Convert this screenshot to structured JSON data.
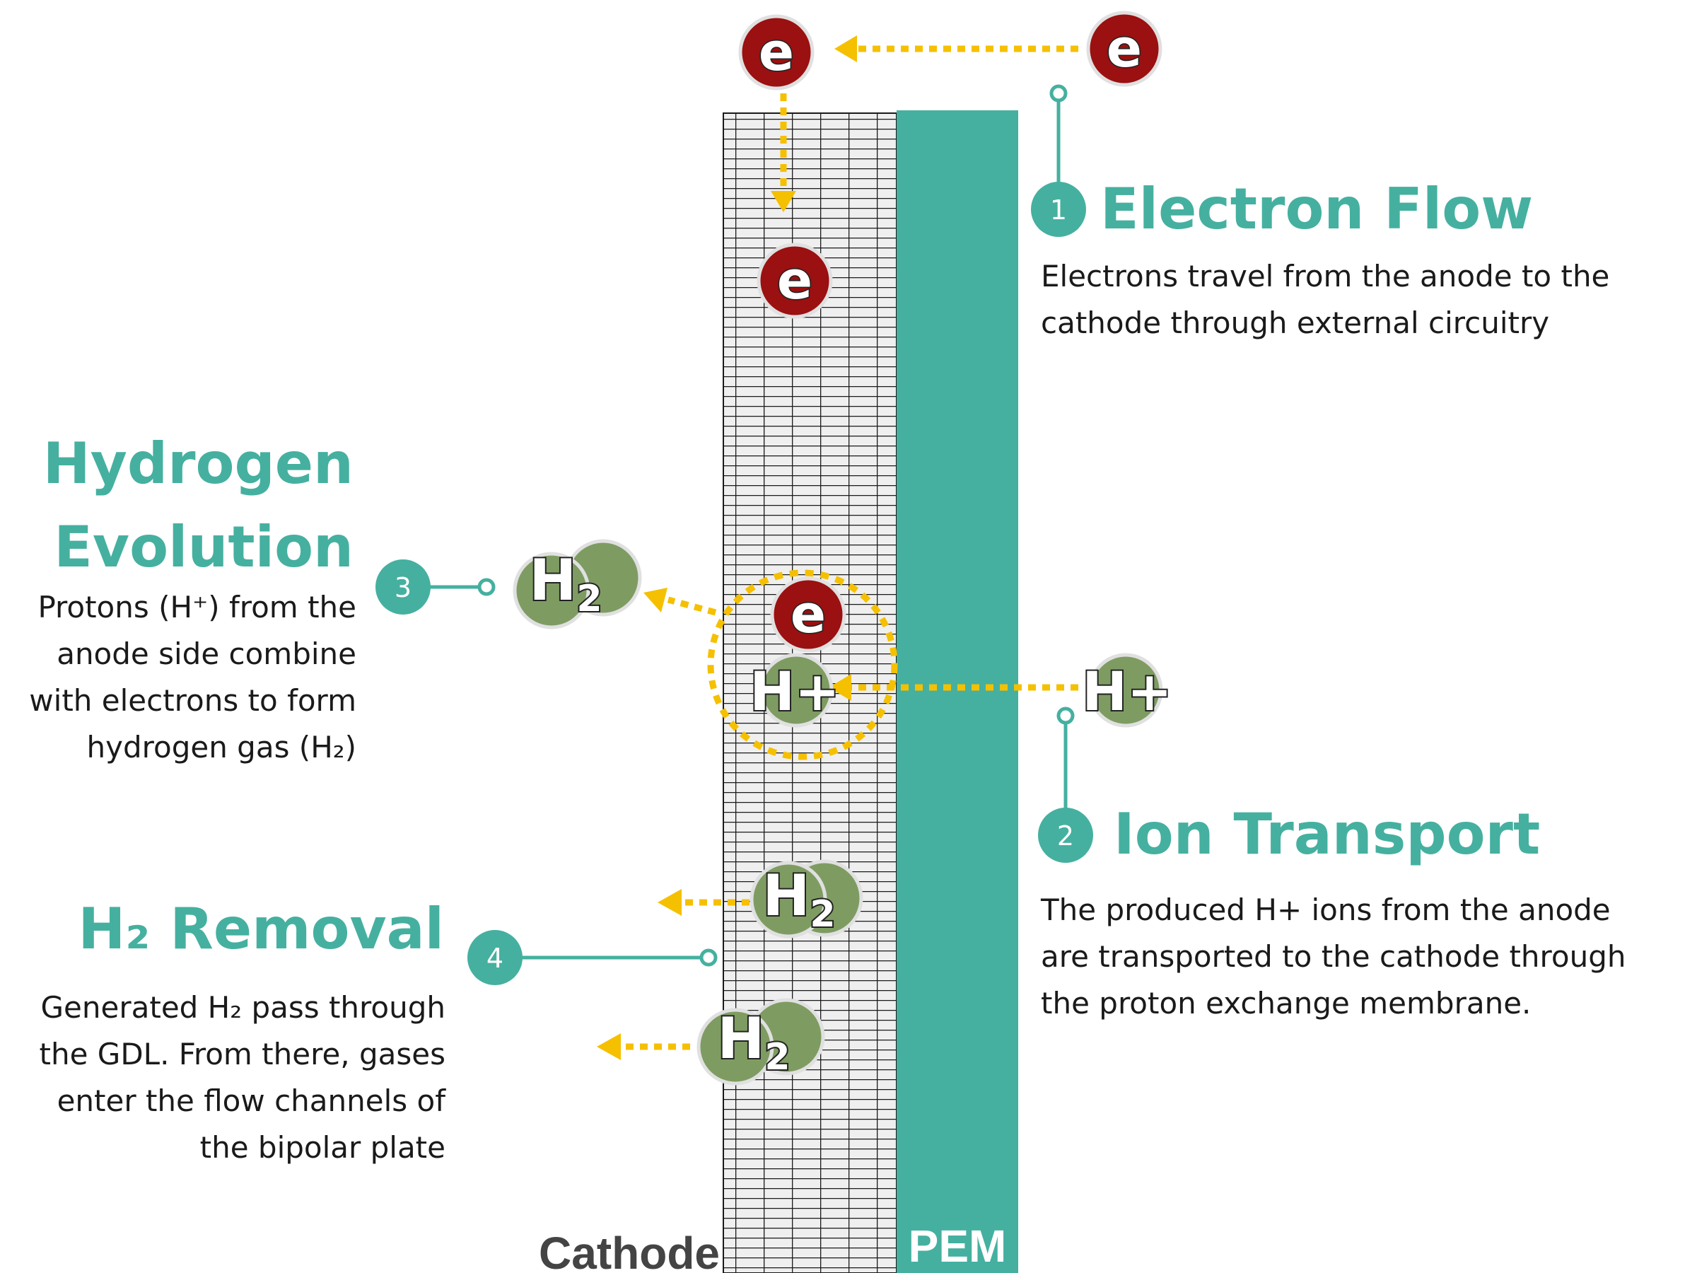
{
  "steps": [
    {
      "number": "1",
      "title": "Electron Flow",
      "description": "Electrons travel from the anode to the cathode through external circuitry"
    },
    {
      "number": "2",
      "title": "Ion Transport",
      "description": "The produced H+ ions from the anode are transported to the cathode through the proton exchange membrane."
    },
    {
      "number": "3",
      "title_line1": "Hydrogen",
      "title_line2": "Evolution",
      "description": "Protons (H⁺) from the anode side combine with electrons to form hydrogen gas (H₂)"
    },
    {
      "number": "4",
      "title": "H₂ Removal",
      "description": "Generated H₂ pass through the GDL. From there, gases enter the flow channels of the bipolar plate"
    }
  ],
  "labels": {
    "cathode": "Cathode",
    "pem": "PEM"
  },
  "particles": {
    "electron": "e",
    "proton": "H+",
    "hydrogen_letter": "H",
    "hydrogen_sub": "2"
  },
  "colors": {
    "teal": "#45b0a0",
    "electron_red": "#9b1010",
    "molecule_green": "#7e9c62",
    "arrow_yellow": "#f5c000",
    "gdl_fill": "#efefef",
    "grid_line": "#1a1a1a",
    "text": "#1a1a1a"
  }
}
